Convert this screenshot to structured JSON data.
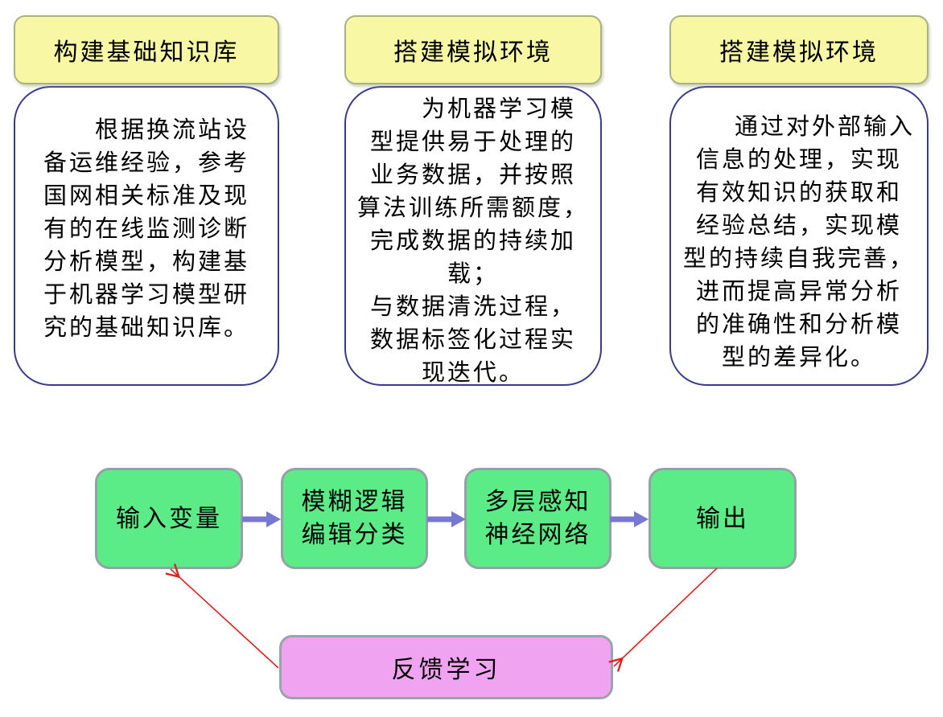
{
  "columns": [
    {
      "header": "构建基础知识库",
      "body": "　　根据换流站设\n备运维经验，参考\n国网相关标准及现\n有的在线监测诊断\n分析模型，构建基\n于机器学习模型研\n究的基础知识库。"
    },
    {
      "header": "搭建模拟环境",
      "body": "　　为机器学习模\n型提供易于处理的\n业务数据，并按照\n算法训练所需额度，\n完成数据的持续加\n载；\n与数据清洗过程，\n数据标签化过程实\n现迭代。"
    },
    {
      "header": "搭建模拟环境",
      "body": "　　通过对外部输入\n信息的处理，实现\n有效知识的获取和\n经验总结，实现模\n型的持续自我完善，\n进而提高异常分析\n的准确性和分析模\n型的差异化。"
    }
  ],
  "flow": {
    "nodes": [
      {
        "label": "输入变量"
      },
      {
        "label": "模糊逻辑\n编辑分类"
      },
      {
        "label": "多层感知\n神经网络"
      },
      {
        "label": "输出"
      }
    ],
    "feedback": {
      "label": "反馈学习"
    }
  },
  "colors": {
    "header_fill": "#f8f7a3",
    "header_border": "#a9b284",
    "detail_border": "#3a3a8c",
    "flow_fill": "#5bec87",
    "flow_border": "#96a1a7",
    "flow_arrow": "#7678d1",
    "feedback_fill": "#f0a3f0",
    "feedback_border": "#9aa4ad",
    "feedback_arrow": "#e01f1f"
  }
}
